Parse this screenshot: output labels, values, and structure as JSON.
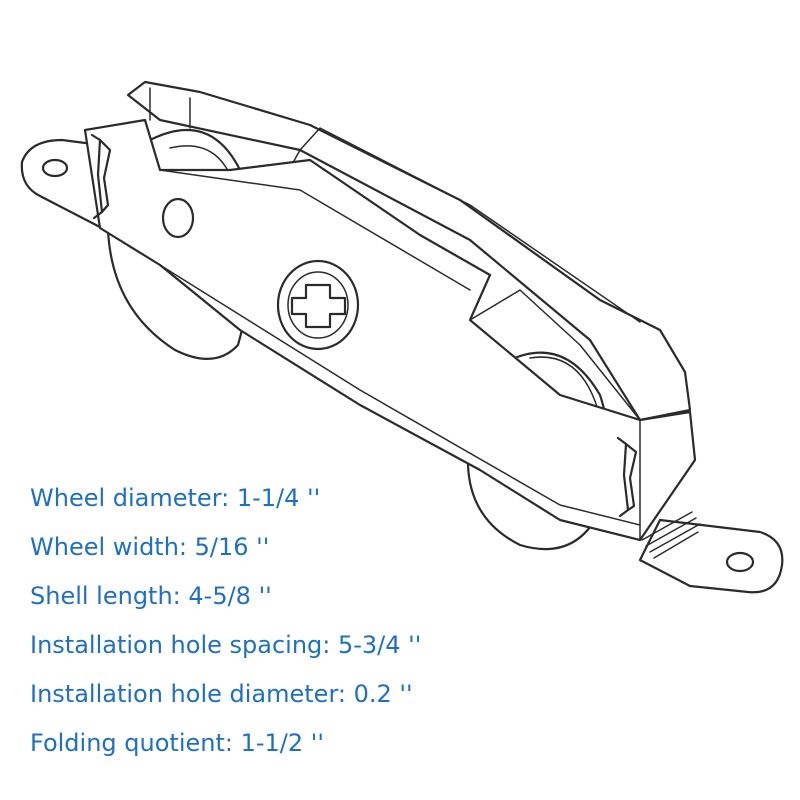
{
  "colors": {
    "text": "#1f6fc4",
    "line": "#2b2b2b",
    "background": "#ffffff"
  },
  "illustration": {
    "subject": "sliding door roller assembly line drawing"
  },
  "specs": [
    "Wheel diameter: 1-1/4 ''",
    "Wheel width: 5/16 ''",
    "Shell length: 4-5/8 ''",
    "Installation hole spacing: 5-3/4 ''",
    "Installation hole diameter: 0.2 ''",
    "Folding quotient: 1-1/2 ''"
  ]
}
